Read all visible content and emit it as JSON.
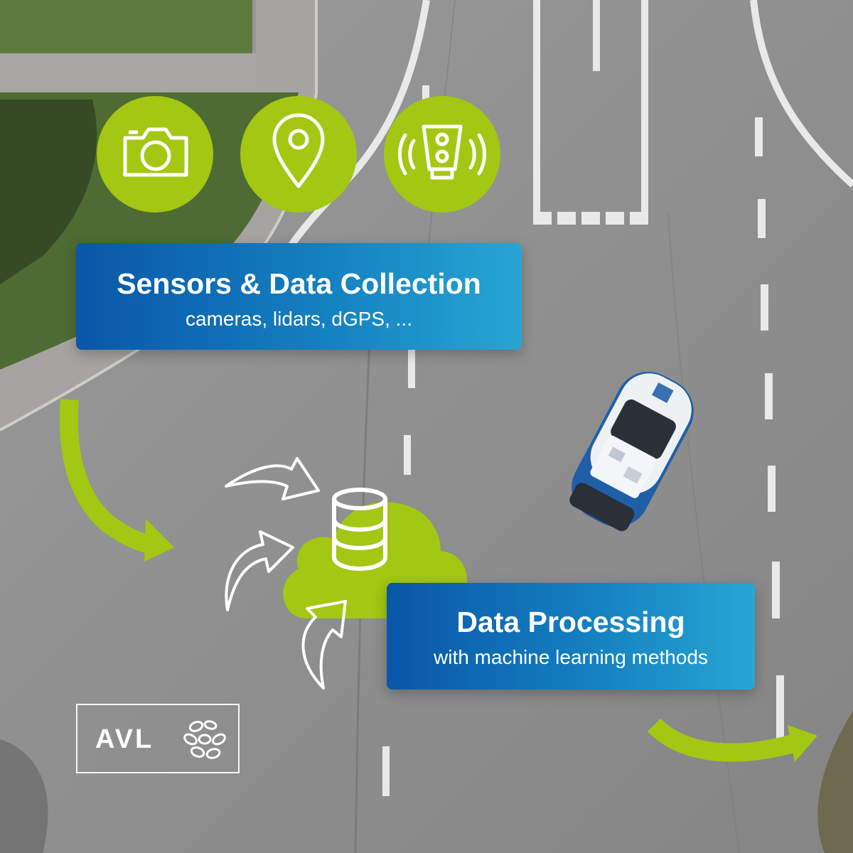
{
  "sensors_panel": {
    "title": "Sensors & Data Collection",
    "subtitle": "cameras, lidars, dGPS, ..."
  },
  "processing_panel": {
    "title": "Data Processing",
    "subtitle": "with machine learning methods"
  },
  "logo": {
    "text": "AVL"
  },
  "icons": [
    "camera-icon",
    "location-pin-icon",
    "radar-sensor-icon",
    "database-icon",
    "cloud-icon"
  ],
  "colors": {
    "accent_green": "#a3c712",
    "panel_blue_dark": "#0a56a8",
    "panel_blue_light": "#27a6d3",
    "road_gray": "#8f8f8f",
    "white": "#ffffff"
  }
}
